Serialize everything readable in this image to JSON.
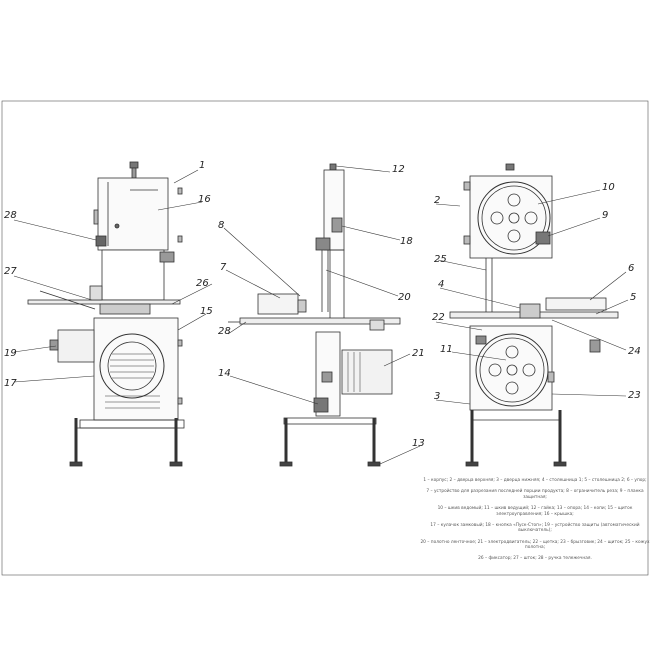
{
  "callouts": [
    "1",
    "2",
    "3",
    "4",
    "5",
    "6",
    "7",
    "8",
    "9",
    "10",
    "11",
    "12",
    "13",
    "14",
    "15",
    "16",
    "17",
    "18",
    "19",
    "20",
    "21",
    "22",
    "23",
    "24",
    "25",
    "26",
    "27",
    "28"
  ],
  "legend": [
    "1 – корпус; 2 – дверца верхняя; 3 – дверца нижняя; 4 – столешница 1; 5 – столешница 2; 6 – упор;",
    "7 – устройство для разрезания последней порции продукта; 8 – ограничитель реза; 9 – планка защитная;",
    "10 – шкив ведомый; 11 – шкив ведущий; 12 – гайка; 13 – опора; 14 – копи; 15 – щиток электроуправления; 16 – крышка;",
    "17 – кулачок замковый; 18 – кнопка «Пуск-Стоп»; 19 – устройство защиты (автоматический выключатель);",
    "20 – полотно ленточное; 21 – электродвигатель; 22 – щетка; 23 – брызговик; 24 – щиток; 25 – кожух полотна;",
    "26 – фиксатор; 27 – шток; 28 – ручка тележечная."
  ]
}
